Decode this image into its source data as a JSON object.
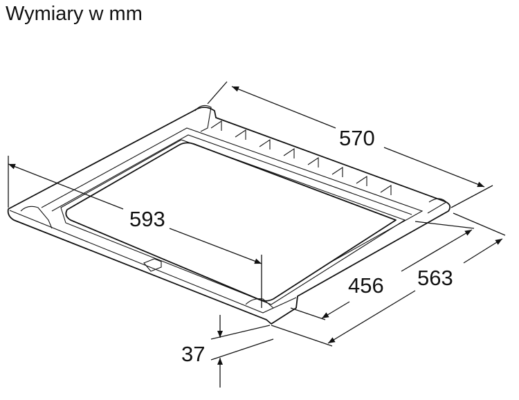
{
  "title": "Wymiary w mm",
  "dimensions": {
    "back_width": "570",
    "overall_width": "593",
    "inner_depth": "456",
    "overall_depth": "563",
    "height": "37"
  },
  "colors": {
    "line": "#111111",
    "background": "#ffffff"
  }
}
